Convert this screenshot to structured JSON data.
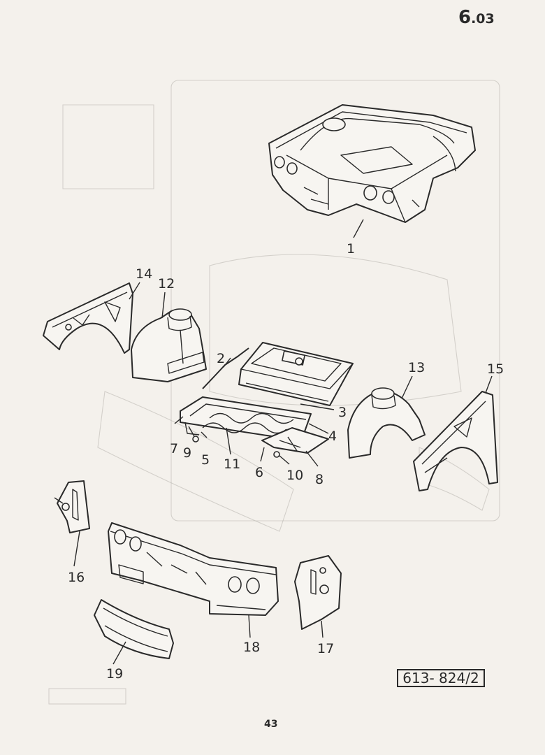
{
  "header": {
    "section_main": "6",
    "section_sub": ".03"
  },
  "reference_code": "613- 824/2",
  "page_number": "43",
  "callouts": {
    "c1": "1",
    "c2": "2",
    "c3": "3",
    "c4": "4",
    "c5": "5",
    "c6": "6",
    "c7": "7",
    "c8": "8",
    "c9": "9",
    "c10": "10",
    "c11": "11",
    "c12": "12",
    "c13": "13",
    "c14": "14",
    "c15": "15",
    "c16": "16",
    "c17": "17",
    "c18": "18",
    "c19": "19"
  }
}
